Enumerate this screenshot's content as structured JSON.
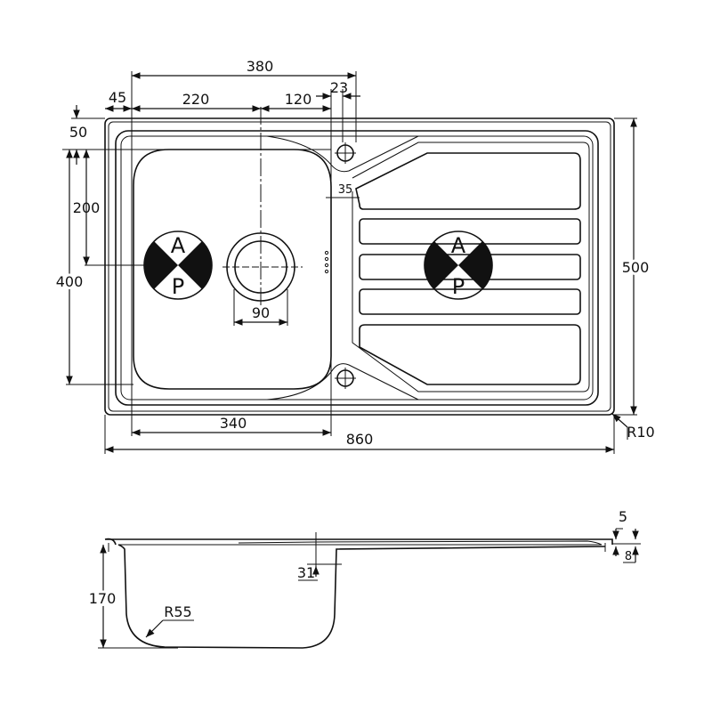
{
  "top_view": {
    "dims": {
      "overall_drain_offset": "380",
      "left_margin": "45",
      "bowl_to_waste": "220",
      "waste_to_divider": "120",
      "tap_hole_offset": "23",
      "top_margin": "50",
      "waste_from_top": "200",
      "bowl_depth": "400",
      "overall_depth": "500",
      "waste_diameter": "90",
      "tap_hole_drop": "35",
      "bowl_width": "340",
      "overall_width": "860",
      "corner_radius": "R10"
    },
    "symbol_letters": {
      "top": "A",
      "bottom": "P"
    }
  },
  "side_view": {
    "dims": {
      "bowl_height": "170",
      "bowl_radius": "R55",
      "drainer_depth": "31",
      "rim_thickness": "5",
      "rim_height": "8"
    }
  }
}
